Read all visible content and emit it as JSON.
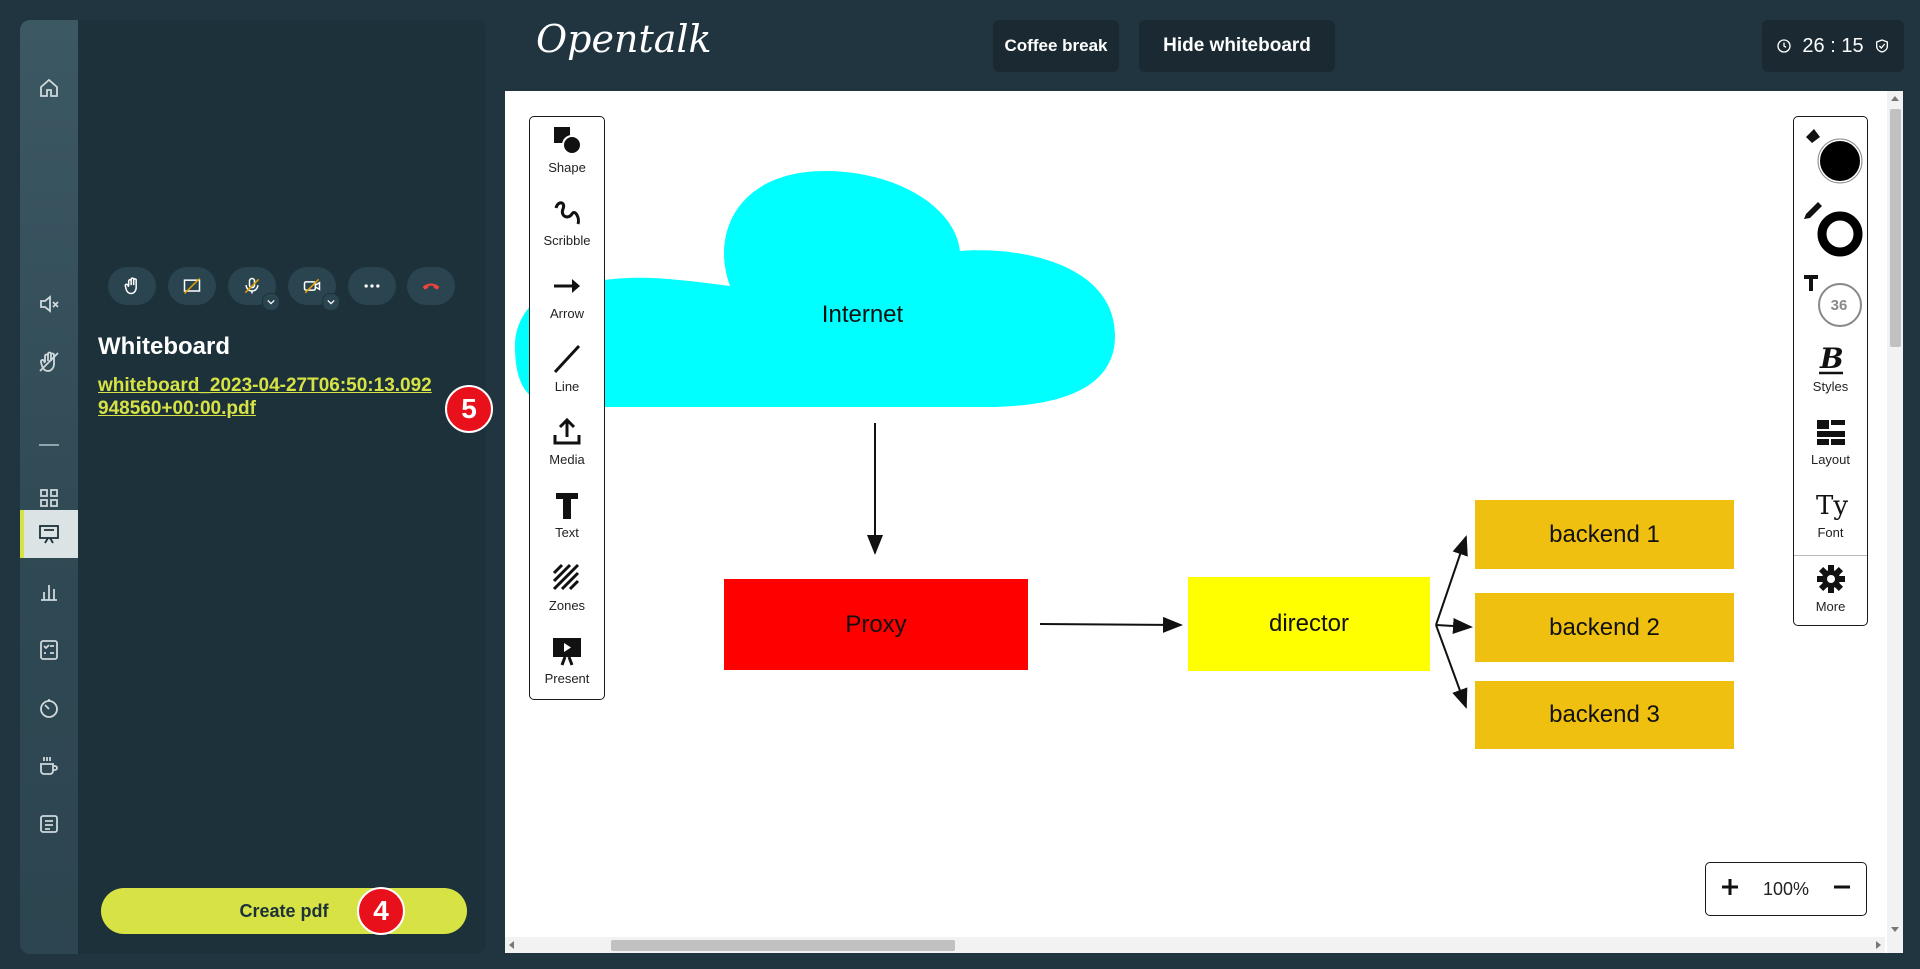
{
  "app": {
    "logo_text": "Opentalk"
  },
  "header": {
    "coffee_break": "Coffee break",
    "hide_whiteboard": "Hide whiteboard",
    "timer": "26 : 15"
  },
  "rail": {
    "items": [
      "home-icon",
      "speaker-muted-icon",
      "hand-off-icon",
      "grid-icon",
      "presentation-icon",
      "poll-icon",
      "checklist-icon",
      "timer-icon",
      "coffee-icon",
      "notes-icon"
    ],
    "active": "presentation-icon"
  },
  "panel": {
    "title": "Whiteboard",
    "pdf_link": "whiteboard_2023-04-27T06:50:13.092948560+00:00.pdf",
    "create_pdf": "Create pdf",
    "marker_pdf": "5",
    "marker_create": "4"
  },
  "tools": {
    "shape": "Shape",
    "scribble": "Scribble",
    "arrow": "Arrow",
    "line": "Line",
    "media": "Media",
    "text": "Text",
    "zones": "Zones",
    "present": "Present"
  },
  "props": {
    "font_size": "36",
    "styles": "Styles",
    "layout": "Layout",
    "font": "Font",
    "more": "More",
    "fill_color": "#000000",
    "stroke_color": "#000000"
  },
  "canvas": {
    "internet": "Internet",
    "proxy": "Proxy",
    "director": "director",
    "backend1": "backend 1",
    "backend2": "backend 2",
    "backend3": "backend 3",
    "colors": {
      "cloud": "#00ffff",
      "proxy": "#ff0000",
      "director": "#ffff00",
      "backend": "#f0c010"
    }
  },
  "zoom": {
    "level": "100%"
  },
  "theme": {
    "accent": "#d7e345",
    "danger": "#e8101a"
  }
}
